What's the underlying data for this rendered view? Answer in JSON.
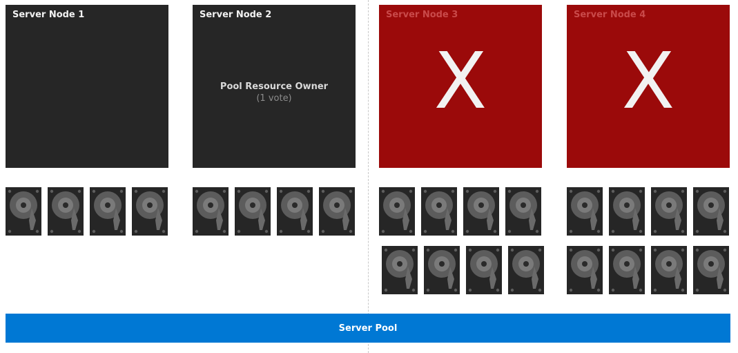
{
  "nodes": [
    {
      "title": "Server Node 1",
      "status": "online"
    },
    {
      "title": "Server Node 2",
      "status": "online",
      "role_label": "Pool Resource Owner",
      "votes_label": "(1 vote)"
    },
    {
      "title": "Server Node 3",
      "status": "failed",
      "fail_mark": "X"
    },
    {
      "title": "Server Node 4",
      "status": "failed",
      "fail_mark": "X"
    }
  ],
  "disks_per_node": [
    4,
    4,
    8,
    8
  ],
  "pool": {
    "label": "Server Pool"
  },
  "colors": {
    "node_online": "#262626",
    "node_failed": "#9b0a0a",
    "pool": "#0078d4",
    "disk": "#262626"
  },
  "icons": {
    "disk": "hard-drive-icon",
    "failure": "failure-x-mark"
  }
}
